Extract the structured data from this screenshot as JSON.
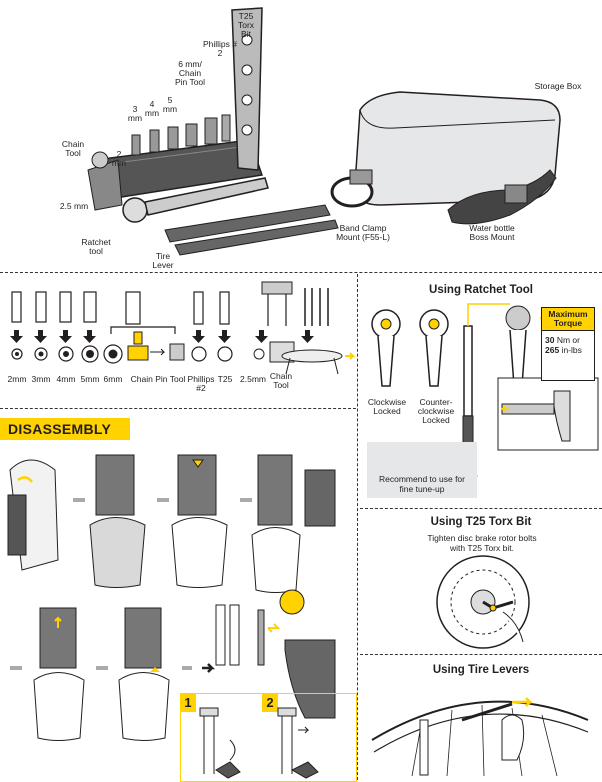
{
  "top": {
    "labels": {
      "chain_tool": "Chain Tool",
      "two_five_mm_top": "2.5 mm",
      "ratchet_tool": "Ratchet tool",
      "tire_lever": "Tire Lever",
      "two_mm": "2 mm",
      "three_mm": "3 mm",
      "four_mm": "4 mm",
      "five_mm": "5 mm",
      "six_mm_chain_pin": "6 mm/ Chain Pin Tool",
      "phillips_2": "Phillips # 2",
      "t25_torx_bit": "T25 Torx Bit",
      "storage_box": "Storage Box",
      "band_clamp": "Band Clamp Mount (F55-L)",
      "water_bottle": "Water bottle Boss Mount"
    }
  },
  "bits": {
    "labels": [
      "2mm",
      "3mm",
      "4mm",
      "5mm",
      "6mm",
      "Chain Pin Tool",
      "Phillips #2",
      "T25",
      "2.5mm",
      "Chain Tool"
    ]
  },
  "disassembly": {
    "title": "DISASSEMBLY",
    "steps": [
      "1",
      "2"
    ]
  },
  "ratchet": {
    "title": "Using Ratchet Tool",
    "clockwise": "Clockwise Locked",
    "counter": "Counter- clockwise Locked",
    "torque_head": "Maximum Torque",
    "torque_nm_value": "30",
    "torque_nm_unit": "Nm or",
    "torque_inlb_value": "265",
    "torque_inlb_unit": "in-lbs",
    "recommend": "Recommend to use for fine tune-up"
  },
  "t25": {
    "title": "Using T25 Torx Bit",
    "desc": "Tighten disc brake rotor bolts with T25 Torx bit."
  },
  "tire": {
    "title": "Using Tire Levers"
  },
  "colors": {
    "accent": "#ffd200",
    "ink": "#231f20",
    "grey": "#e6e7e8"
  }
}
